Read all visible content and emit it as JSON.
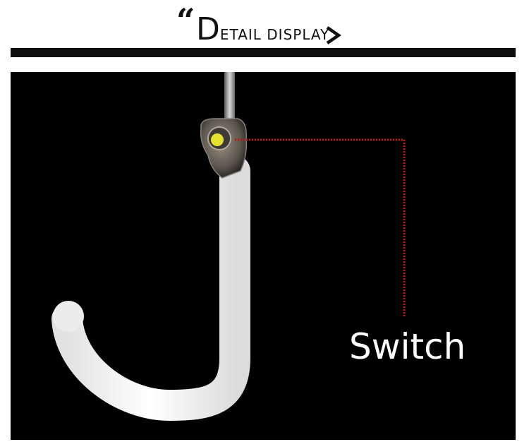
{
  "header": {
    "quote_mark": "“",
    "title_initial": "D",
    "title_rest": "ETAIL DISPLAY",
    "chevron_icon": "chevron-right-icon"
  },
  "photo": {
    "callout_label": "Switch",
    "callout_color": "#cc1111",
    "background_color": "#000000",
    "handle_color": "#f4f4f4",
    "switch_button_color": "#e6e030"
  }
}
